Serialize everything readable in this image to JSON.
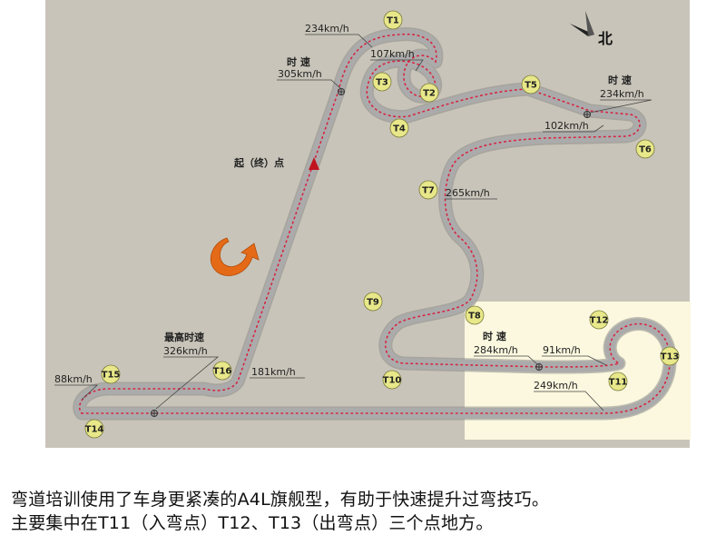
{
  "north_label": "北",
  "start_finish_label": "起（终）点",
  "turns": [
    {
      "id": "T1",
      "label": "T1"
    },
    {
      "id": "T2",
      "label": "T2"
    },
    {
      "id": "T3",
      "label": "T3"
    },
    {
      "id": "T4",
      "label": "T4"
    },
    {
      "id": "T5",
      "label": "T5"
    },
    {
      "id": "T6",
      "label": "T6"
    },
    {
      "id": "T7",
      "label": "T7"
    },
    {
      "id": "T8",
      "label": "T8"
    },
    {
      "id": "T9",
      "label": "T9"
    },
    {
      "id": "T10",
      "label": "T10"
    },
    {
      "id": "T11",
      "label": "T11"
    },
    {
      "id": "T12",
      "label": "T12"
    },
    {
      "id": "T13",
      "label": "T13"
    },
    {
      "id": "T14",
      "label": "T14"
    },
    {
      "id": "T15",
      "label": "T15"
    },
    {
      "id": "T16",
      "label": "T16"
    }
  ],
  "speeds": {
    "s_t1": "234km/h",
    "s_305": "305km/h",
    "s_107": "107km/h",
    "s_234b": "234km/h",
    "s_102": "102km/h",
    "s_265": "265km/h",
    "s_284": "284km/h",
    "s_91": "91km/h",
    "s_249": "249km/h",
    "s_326": "326km/h",
    "s_181": "181km/h",
    "s_88": "88km/h"
  },
  "labels": {
    "speed_trap_1": "时 速",
    "speed_trap_2": "时 速",
    "speed_trap_3": "时 速",
    "top_speed": "最高时速"
  },
  "caption": {
    "line1": "弯道培训使用了车身更紧凑的A4L旗舰型，有助于快速提升过弯技巧。",
    "line2": "主要集中在T11（入弯点）T12、T13（出弯点）三个点地方。"
  },
  "colors": {
    "background": "#c8c4b9",
    "track": "#a9a9a9",
    "dots": "#d8233f",
    "turn_badge": "#e8e88a",
    "highlight": "#fbf8df",
    "arrow": "#e56a17",
    "start_marker": "#c0141e"
  }
}
